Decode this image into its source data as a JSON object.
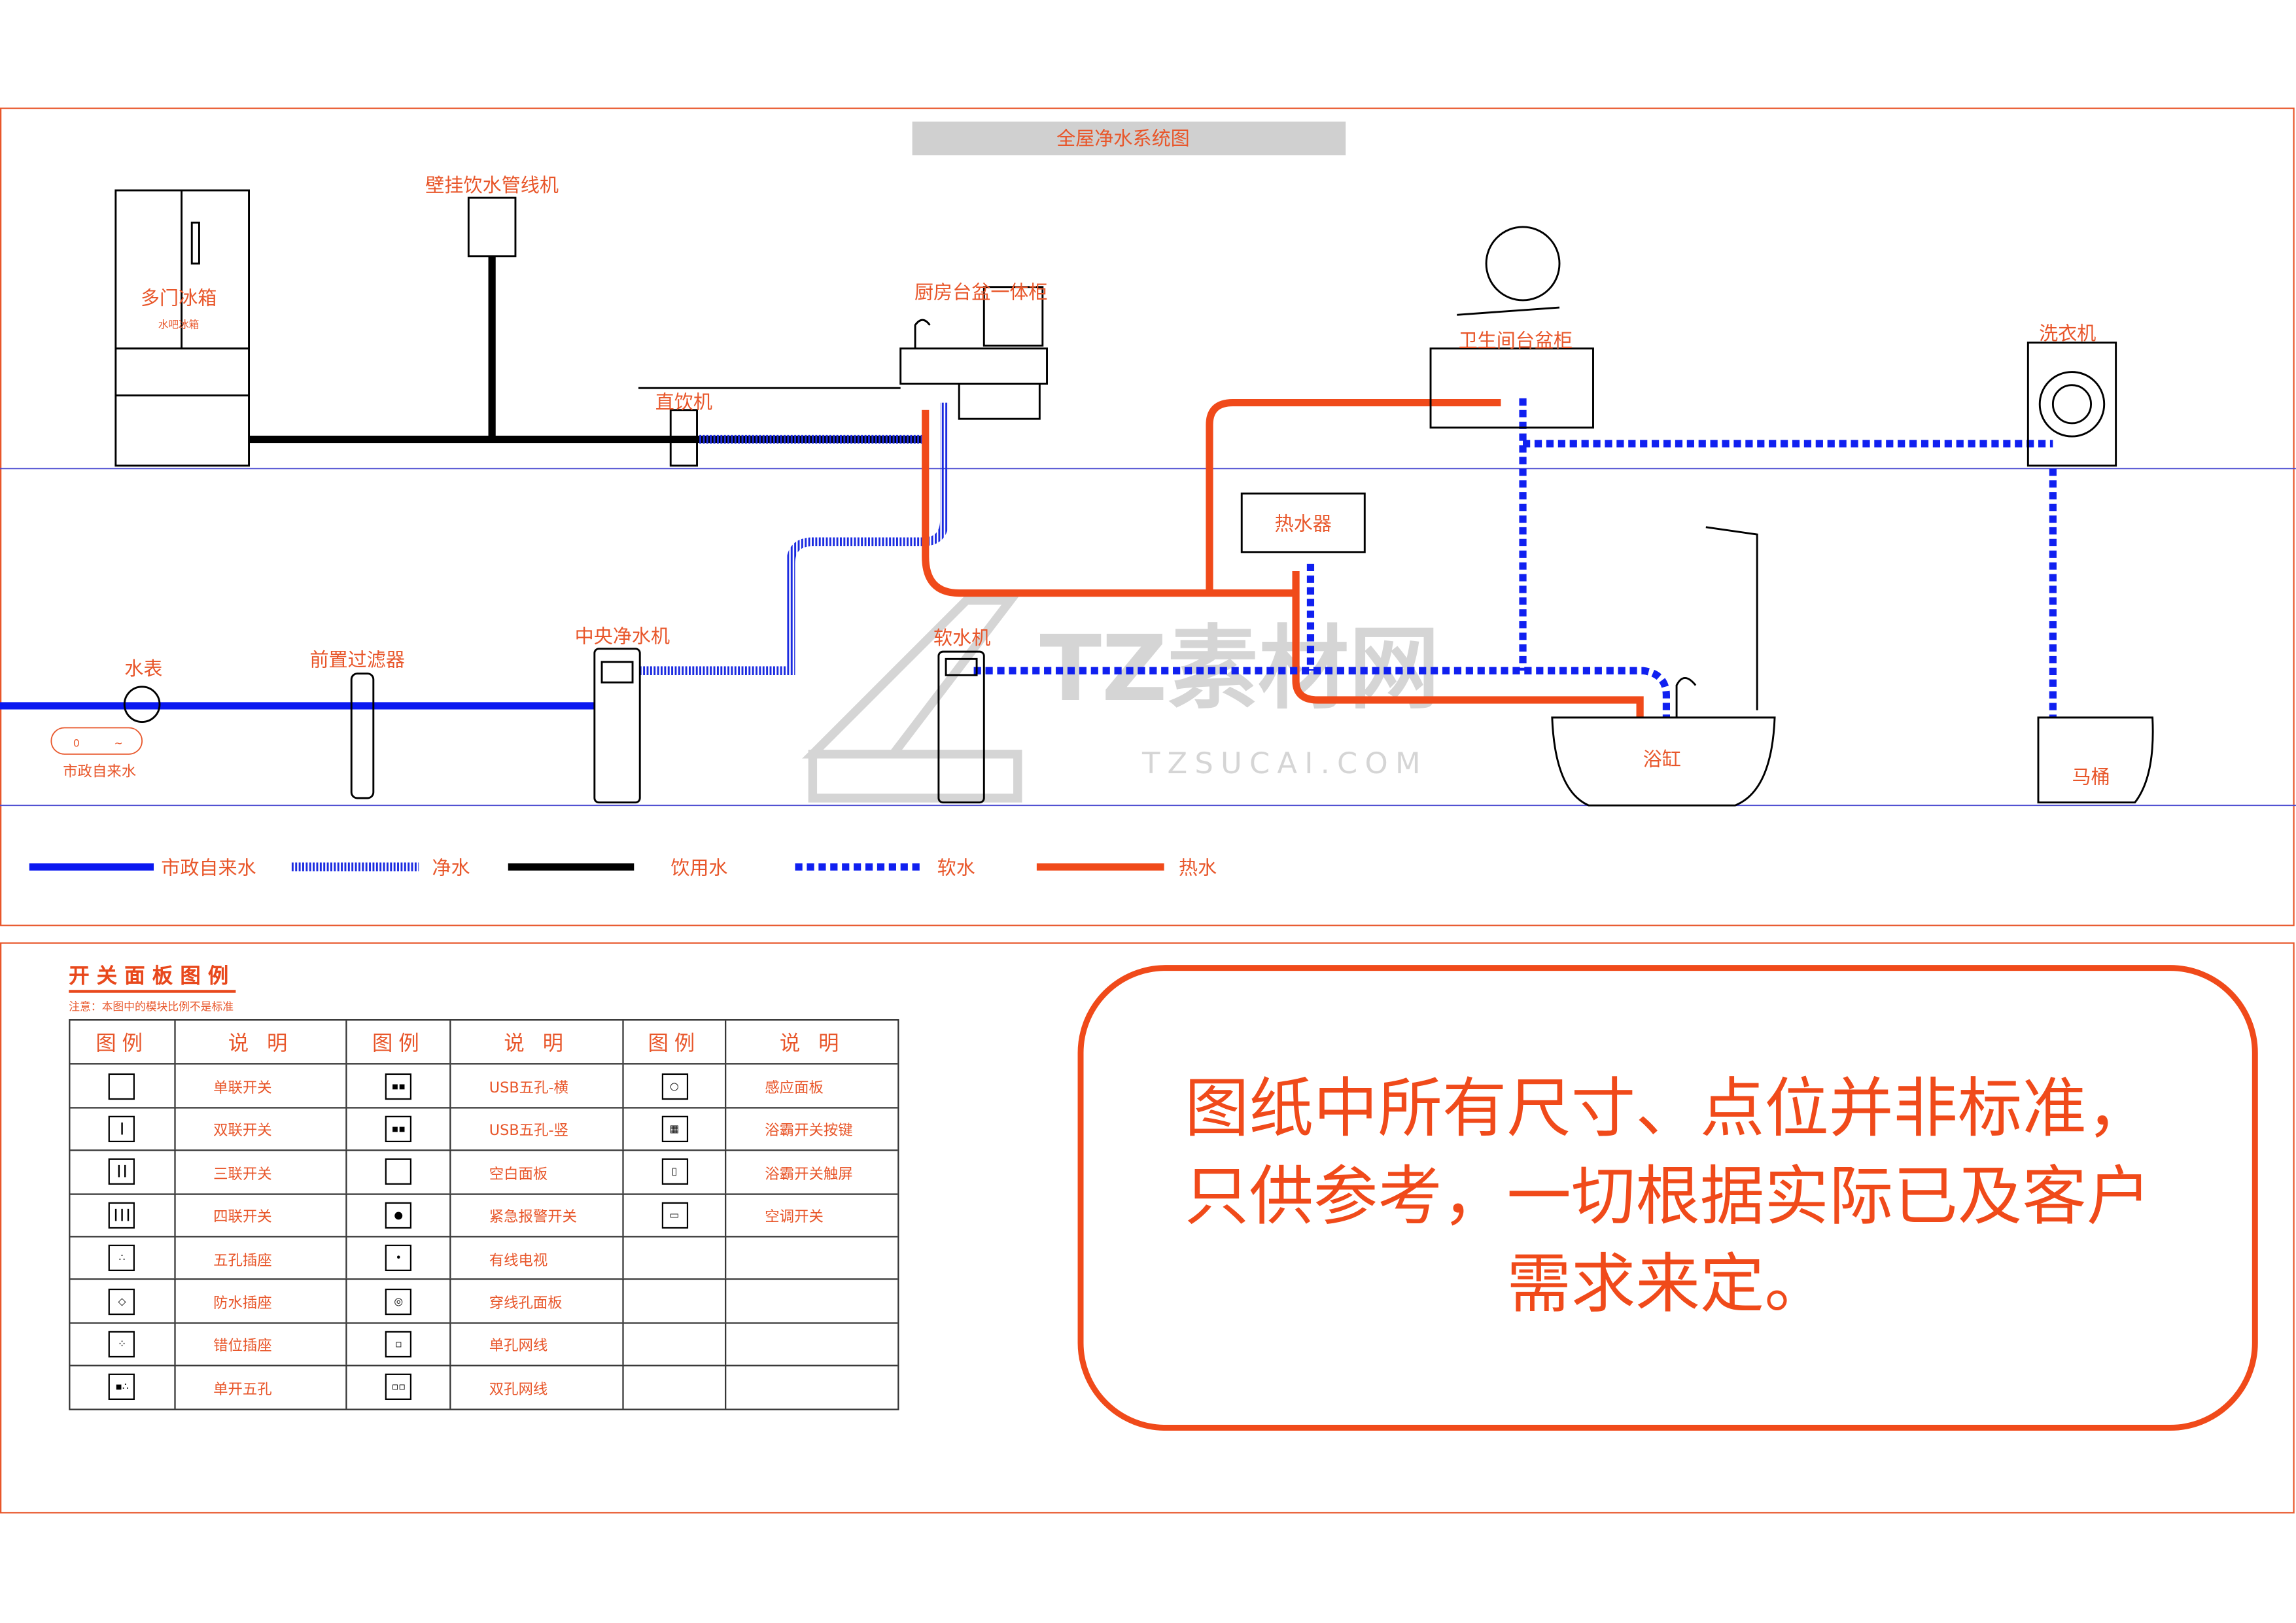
{
  "title": "全屋净水系统图",
  "watermark": {
    "logo": "TZ素材网",
    "url_text": "TZSUCAI.COM"
  },
  "equipment": {
    "fridge": "多门冰箱",
    "fridge_sub": "水吧冰箱",
    "wall_dispenser": "壁挂饮水管线机",
    "kitchen": "厨房台盆一体柜",
    "direct_drinker": "直饮机",
    "bathroom_sink": "卫生间台盆柜",
    "washer": "洗衣机",
    "heater": "热水器",
    "central_purifier": "中央净水机",
    "softener": "软水机",
    "meter": "水表",
    "prefilter": "前置过滤器",
    "municipal": "市政自来水",
    "bathtub": "浴缸",
    "toilet": "马桶",
    "meter_glyph_0": "0",
    "meter_glyph_1": "~"
  },
  "pipe_legend": [
    {
      "label": "市政自来水",
      "color": "#0a18f0",
      "style": "solid"
    },
    {
      "label": "净水",
      "color": "#1a2ae0",
      "style": "striped"
    },
    {
      "label": "饮用水",
      "color": "#000000",
      "style": "solid"
    },
    {
      "label": "软水",
      "color": "#1020f0",
      "style": "dotted"
    },
    {
      "label": "热水",
      "color": "#f04a1a",
      "style": "solid"
    }
  ],
  "switch_legend": {
    "title": "开关面板图例",
    "note": "注意：本图中的模块比例不是标准",
    "headers": [
      "图例",
      "说 明",
      "图例",
      "说 明",
      "图例",
      "说 明"
    ],
    "rows": [
      [
        {
          "icon": "single-switch",
          "label": "单联开关"
        },
        {
          "icon": "usb-socket-horizontal",
          "label": "USB五孔-横"
        },
        {
          "icon": "sensor-panel",
          "label": "感应面板"
        }
      ],
      [
        {
          "icon": "double-switch",
          "label": "双联开关"
        },
        {
          "icon": "usb-socket-vertical",
          "label": "USB五孔-竖"
        },
        {
          "icon": "bath-heater-button",
          "label": "浴霸开关按键"
        }
      ],
      [
        {
          "icon": "triple-switch",
          "label": "三联开关"
        },
        {
          "icon": "blank-panel",
          "label": "空白面板"
        },
        {
          "icon": "bath-heater-touch",
          "label": "浴霸开关触屏"
        }
      ],
      [
        {
          "icon": "quad-switch",
          "label": "四联开关"
        },
        {
          "icon": "emergency-alarm-switch",
          "label": "紧急报警开关"
        },
        {
          "icon": "ac-switch",
          "label": "空调开关"
        }
      ],
      [
        {
          "icon": "five-hole-socket",
          "label": "五孔插座"
        },
        {
          "icon": "cable-tv",
          "label": "有线电视"
        },
        null
      ],
      [
        {
          "icon": "waterproof-socket",
          "label": "防水插座"
        },
        {
          "icon": "cable-through-panel",
          "label": "穿线孔面板"
        },
        null
      ],
      [
        {
          "icon": "offset-socket",
          "label": "错位插座"
        },
        {
          "icon": "single-network",
          "label": "单孔网线"
        },
        null
      ],
      [
        {
          "icon": "switched-five-hole",
          "label": "单开五孔"
        },
        {
          "icon": "double-network",
          "label": "双孔网线"
        },
        null
      ]
    ]
  },
  "notice": [
    "图纸中所有尺寸、点位并非标准，",
    "只供参考，一切根据实际已及客户",
    "需求来定。"
  ],
  "colors": {
    "accent": "#e8562a",
    "hot": "#f04a1a",
    "blue": "#0a18f0",
    "frame": "#e8562a"
  }
}
